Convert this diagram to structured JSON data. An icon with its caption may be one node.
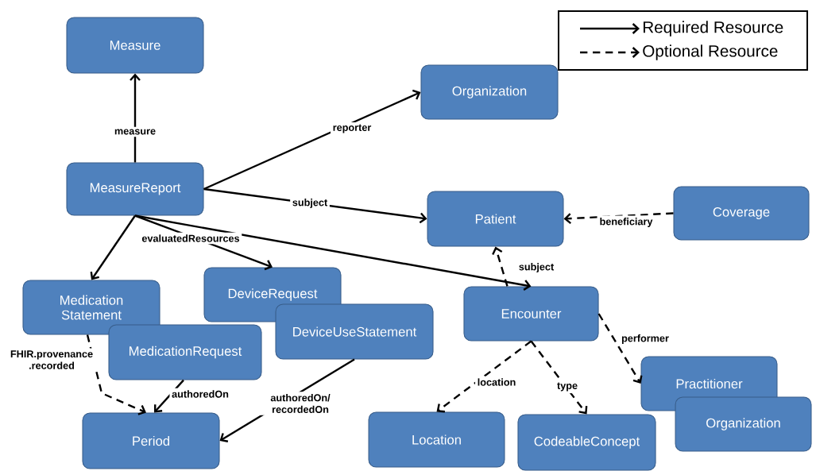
{
  "diagram": {
    "nodes": [
      {
        "text": [
          "Measure"
        ]
      },
      {
        "text": [
          "Organization"
        ]
      },
      {
        "text": [
          "MeasureReport"
        ]
      },
      {
        "text": [
          "Patient"
        ]
      },
      {
        "text": [
          "Coverage"
        ]
      },
      {
        "text": [
          "Medication Statement"
        ]
      },
      {
        "text": [
          "DeviceRequest"
        ]
      },
      {
        "text": [
          "DeviceUseStatement"
        ]
      },
      {
        "text": [
          "MedicationRequest"
        ]
      },
      {
        "text": [
          "Encounter"
        ]
      },
      {
        "text": [
          "Practitioner"
        ]
      },
      {
        "text": [
          "Organization"
        ]
      },
      {
        "text": [
          "Period"
        ]
      },
      {
        "text": [
          "Location"
        ]
      },
      {
        "text": [
          "CodeableConcept"
        ]
      }
    ],
    "edges": [
      {
        "from": 2,
        "to": 0,
        "arrow": "to",
        "label": "measure"
      },
      {
        "from": 2,
        "to": 1,
        "arrow": "to",
        "label": "reporter"
      },
      {
        "from": 2,
        "to": 3,
        "arrow": "to",
        "label": "subject"
      },
      {
        "from": 2,
        "to": 5,
        "arrow": "to"
      },
      {
        "from": 2,
        "to": 6,
        "arrow": "to",
        "label": "evaluatedResources"
      },
      {
        "from": 2,
        "to": 9,
        "arrow": "to"
      },
      {
        "from": 4,
        "to": 3,
        "arrow": "to",
        "label": "beneficiary",
        "style": "dashed"
      },
      {
        "from": 9,
        "to": 3,
        "arrow": "to",
        "label": "subject",
        "style": "dashed"
      },
      {
        "from": 9,
        "to": 13,
        "arrow": "to",
        "label": "location",
        "style": "dashed"
      },
      {
        "from": 9,
        "to": 14,
        "arrow": "to",
        "label": "type",
        "style": "dashed"
      },
      {
        "from": 9,
        "to": 10,
        "arrow": "to",
        "label": "performer",
        "style": "dashed"
      },
      {
        "from": 5,
        "to": 12,
        "arrow": "to",
        "label": "FHIR.provenance .recorded",
        "style": "dashed"
      },
      {
        "from": 8,
        "to": 12,
        "arrow": "to",
        "label": "authoredOn"
      },
      {
        "from": 7,
        "to": 12,
        "arrow": "to",
        "label": "authoredOn/ recordedOn"
      }
    ],
    "legend": [
      {
        "text": "Required Resource"
      },
      {
        "text": "Optional Resource"
      }
    ]
  }
}
